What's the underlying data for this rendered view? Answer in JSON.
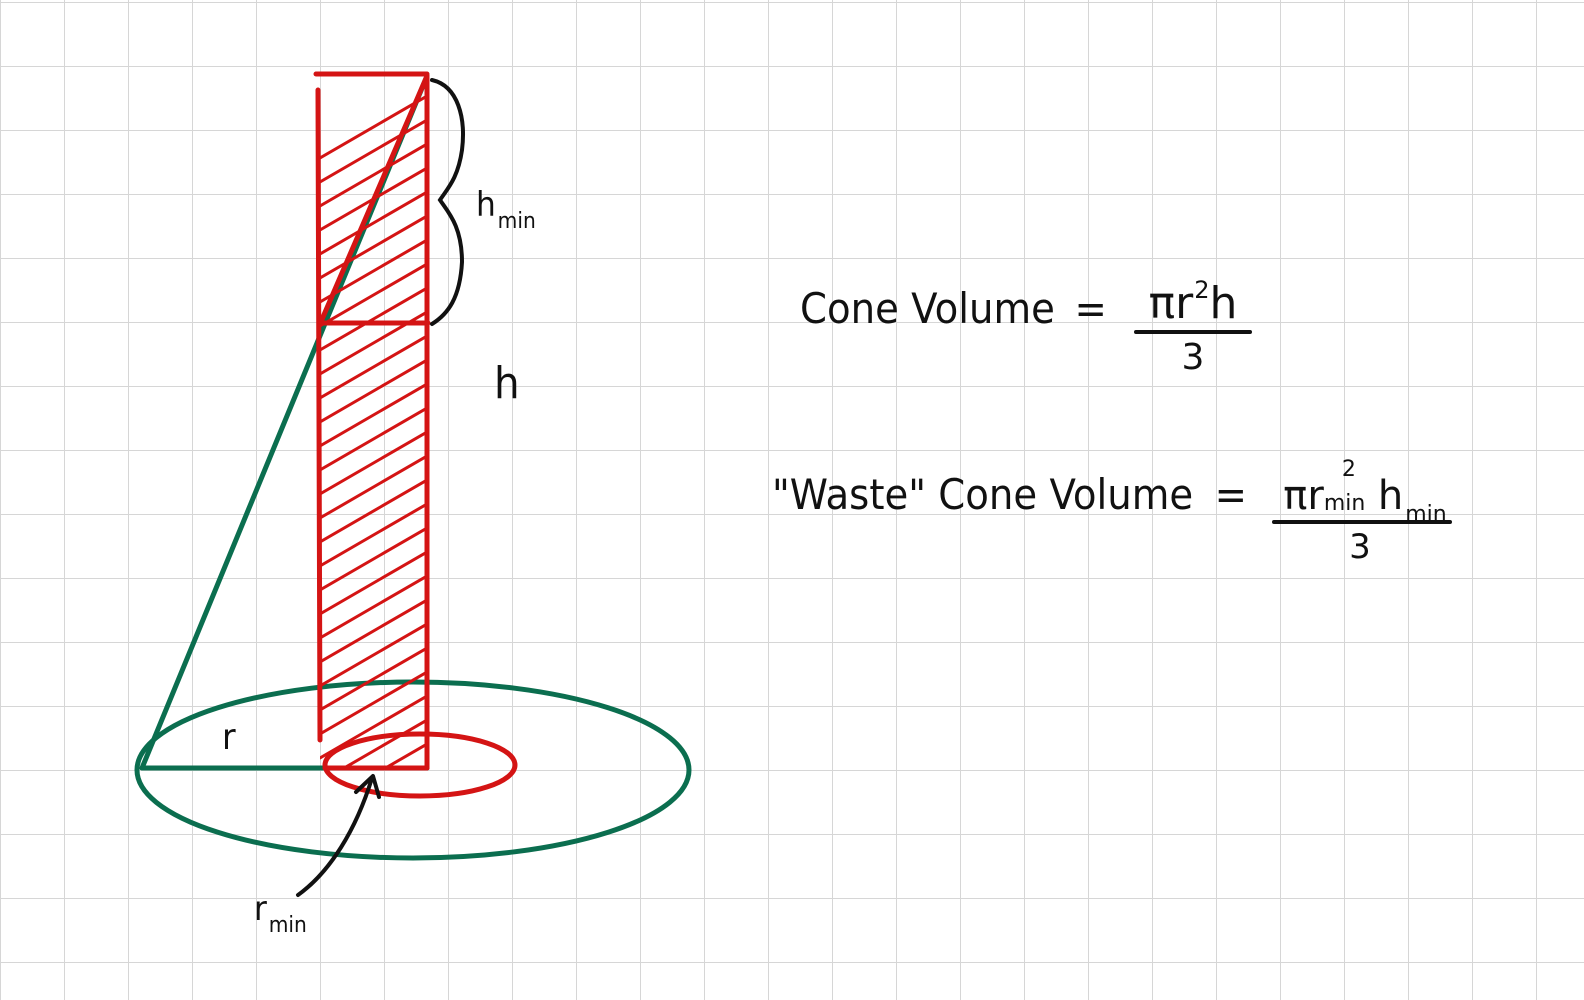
{
  "colors": {
    "outer_cone": "#0b6e4f",
    "inner": "#d41414",
    "ink": "#111111",
    "grid": "#d6d6d6"
  },
  "labels": {
    "h_min": {
      "base": "h",
      "sub": "min"
    },
    "h": "h",
    "r": "r",
    "r_min": {
      "base": "r",
      "sub": "min"
    }
  },
  "formulas": {
    "cone": {
      "label": "Cone Volume",
      "eq": "=",
      "num_pi": "π",
      "num_r": "r",
      "num_sup": "2",
      "num_h": "h",
      "den": "3"
    },
    "waste": {
      "label": "\"Waste\" Cone Volume",
      "eq": "=",
      "num_pi": "π",
      "num_r": "r",
      "num_r_sub": "min",
      "num_r_sup": "2",
      "num_h": "h",
      "num_h_sub": "min",
      "den": "3"
    }
  }
}
